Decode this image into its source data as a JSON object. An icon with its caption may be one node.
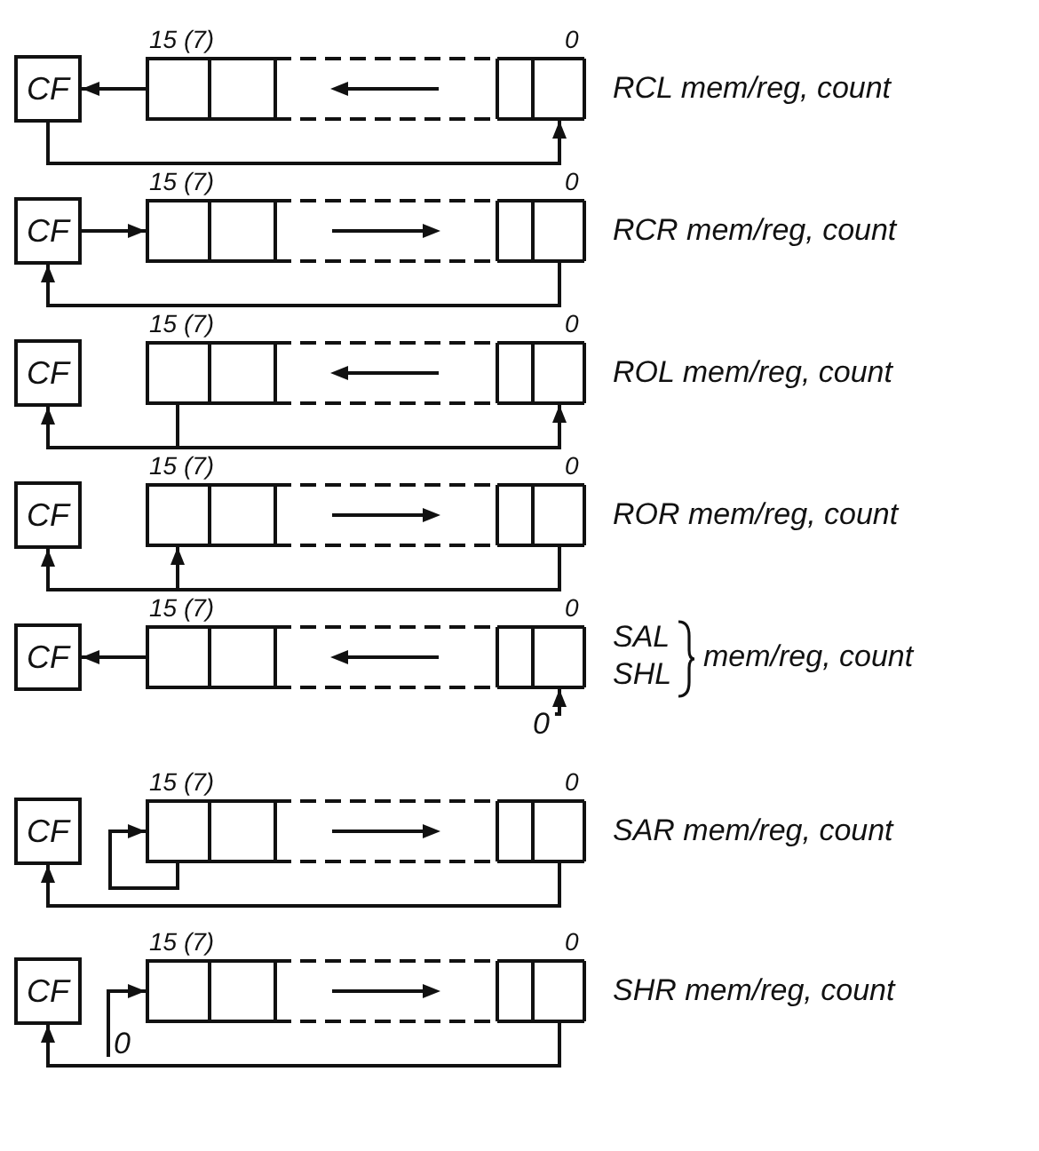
{
  "diagram": {
    "nodes": [
      {
        "text": [
          "CF"
        ]
      },
      {
        "text": [],
        "shape": "bar",
        "beside": [
          "15 (7)",
          "0"
        ]
      },
      {
        "text": [
          "CF"
        ]
      },
      {
        "text": [],
        "shape": "bar",
        "beside": [
          "15 (7)",
          "0"
        ]
      },
      {
        "text": [
          "CF"
        ]
      },
      {
        "text": [],
        "shape": "bar",
        "beside": [
          "15 (7)",
          "0"
        ]
      },
      {
        "text": [
          "CF"
        ]
      },
      {
        "text": [],
        "shape": "bar",
        "beside": [
          "15 (7)",
          "0"
        ]
      },
      {
        "text": [
          "CF"
        ]
      },
      {
        "text": [],
        "shape": "bar",
        "beside": [
          "15 (7)",
          "0"
        ]
      },
      {
        "text": [
          "0"
        ]
      },
      {
        "text": [
          "CF"
        ]
      },
      {
        "text": [],
        "shape": "bar",
        "beside": [
          "15 (7)",
          "0"
        ]
      },
      {
        "text": [
          "CF"
        ]
      },
      {
        "text": [],
        "shape": "bar",
        "beside": [
          "15 (7)",
          "0"
        ]
      },
      {
        "text": [
          "0"
        ]
      }
    ],
    "edges": [
      {
        "from": 1,
        "to": 0,
        "arrow": "to"
      },
      {
        "from": 0,
        "to": 1,
        "arrow": "to"
      },
      {
        "from": 2,
        "to": 3,
        "arrow": "to"
      },
      {
        "from": 3,
        "to": 2,
        "arrow": "to"
      },
      {
        "from": 5,
        "to": 4,
        "arrow": "to"
      },
      {
        "from": 5,
        "to": 5,
        "arrow": "to"
      },
      {
        "from": 7,
        "to": 6,
        "arrow": "to"
      },
      {
        "from": 7,
        "to": 7,
        "arrow": "to"
      },
      {
        "from": 9,
        "to": 8,
        "arrow": "to"
      },
      {
        "from": 10,
        "to": 9,
        "arrow": "to"
      },
      {
        "from": 12,
        "to": 12,
        "arrow": "to"
      },
      {
        "from": 12,
        "to": 11,
        "arrow": "to"
      },
      {
        "from": 15,
        "to": 14,
        "arrow": "to"
      },
      {
        "from": 14,
        "to": 13,
        "arrow": "to"
      }
    ],
    "labels": [
      "RCL mem/reg, count",
      "RCR mem/reg, count",
      "ROL mem/reg, count",
      "ROR mem/reg, count",
      "SAL",
      "SHL",
      "mem/reg, count",
      "SAR mem/reg, count",
      "SHR mem/reg, count"
    ]
  }
}
